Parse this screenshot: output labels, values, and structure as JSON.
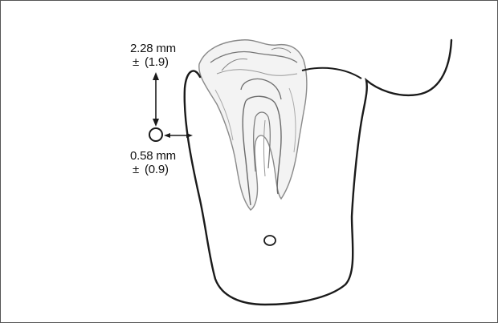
{
  "annotations": {
    "vertical": {
      "value": "2.28 mm",
      "sd_symbol": "±",
      "sd": "(1.9)"
    },
    "horizontal": {
      "value": "0.58 mm",
      "sd_symbol": "±",
      "sd": "(0.9)"
    }
  },
  "colors": {
    "outline": "#1a1a1a",
    "tooth_shade": "#9a9a9a",
    "tooth_fill": "#f3f3f3",
    "frame": "#555555"
  }
}
